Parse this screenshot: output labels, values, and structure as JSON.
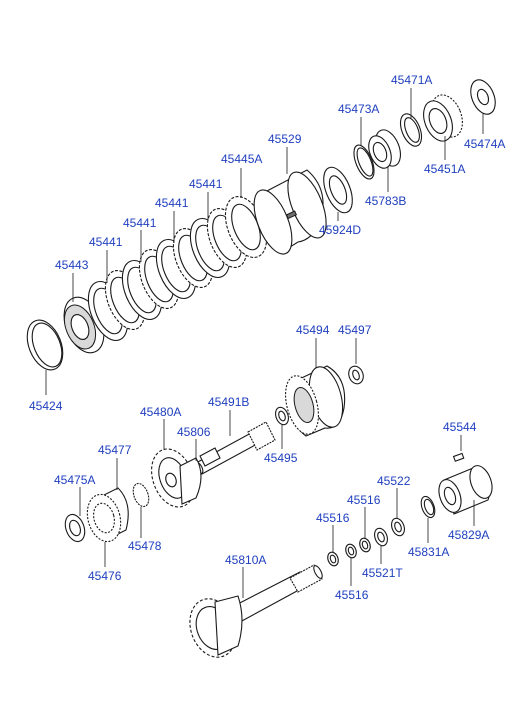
{
  "label_color": "#1f3fbf",
  "labels": {
    "p45471A": "45471A",
    "p45473A": "45473A",
    "p45529": "45529",
    "p45445A": "45445A",
    "p45441_a": "45441",
    "p45441_b": "45441",
    "p45441_c": "45441",
    "p45441_d": "45441",
    "p45443": "45443",
    "p45424": "45424",
    "p45474A": "45474A",
    "p45451A": "45451A",
    "p45783B": "45783B",
    "p45924D": "45924D",
    "p45494": "45494",
    "p45497": "45497",
    "p45480A": "45480A",
    "p45491B": "45491B",
    "p45806": "45806",
    "p45495": "45495",
    "p45477": "45477",
    "p45475A": "45475A",
    "p45478": "45478",
    "p45476": "45476",
    "p45544": "45544",
    "p45522": "45522",
    "p45516_a": "45516",
    "p45516_b": "45516",
    "p45516_c": "45516",
    "p45521T": "45521T",
    "p45831A": "45831A",
    "p45829A": "45829A",
    "p45810A": "45810A"
  }
}
